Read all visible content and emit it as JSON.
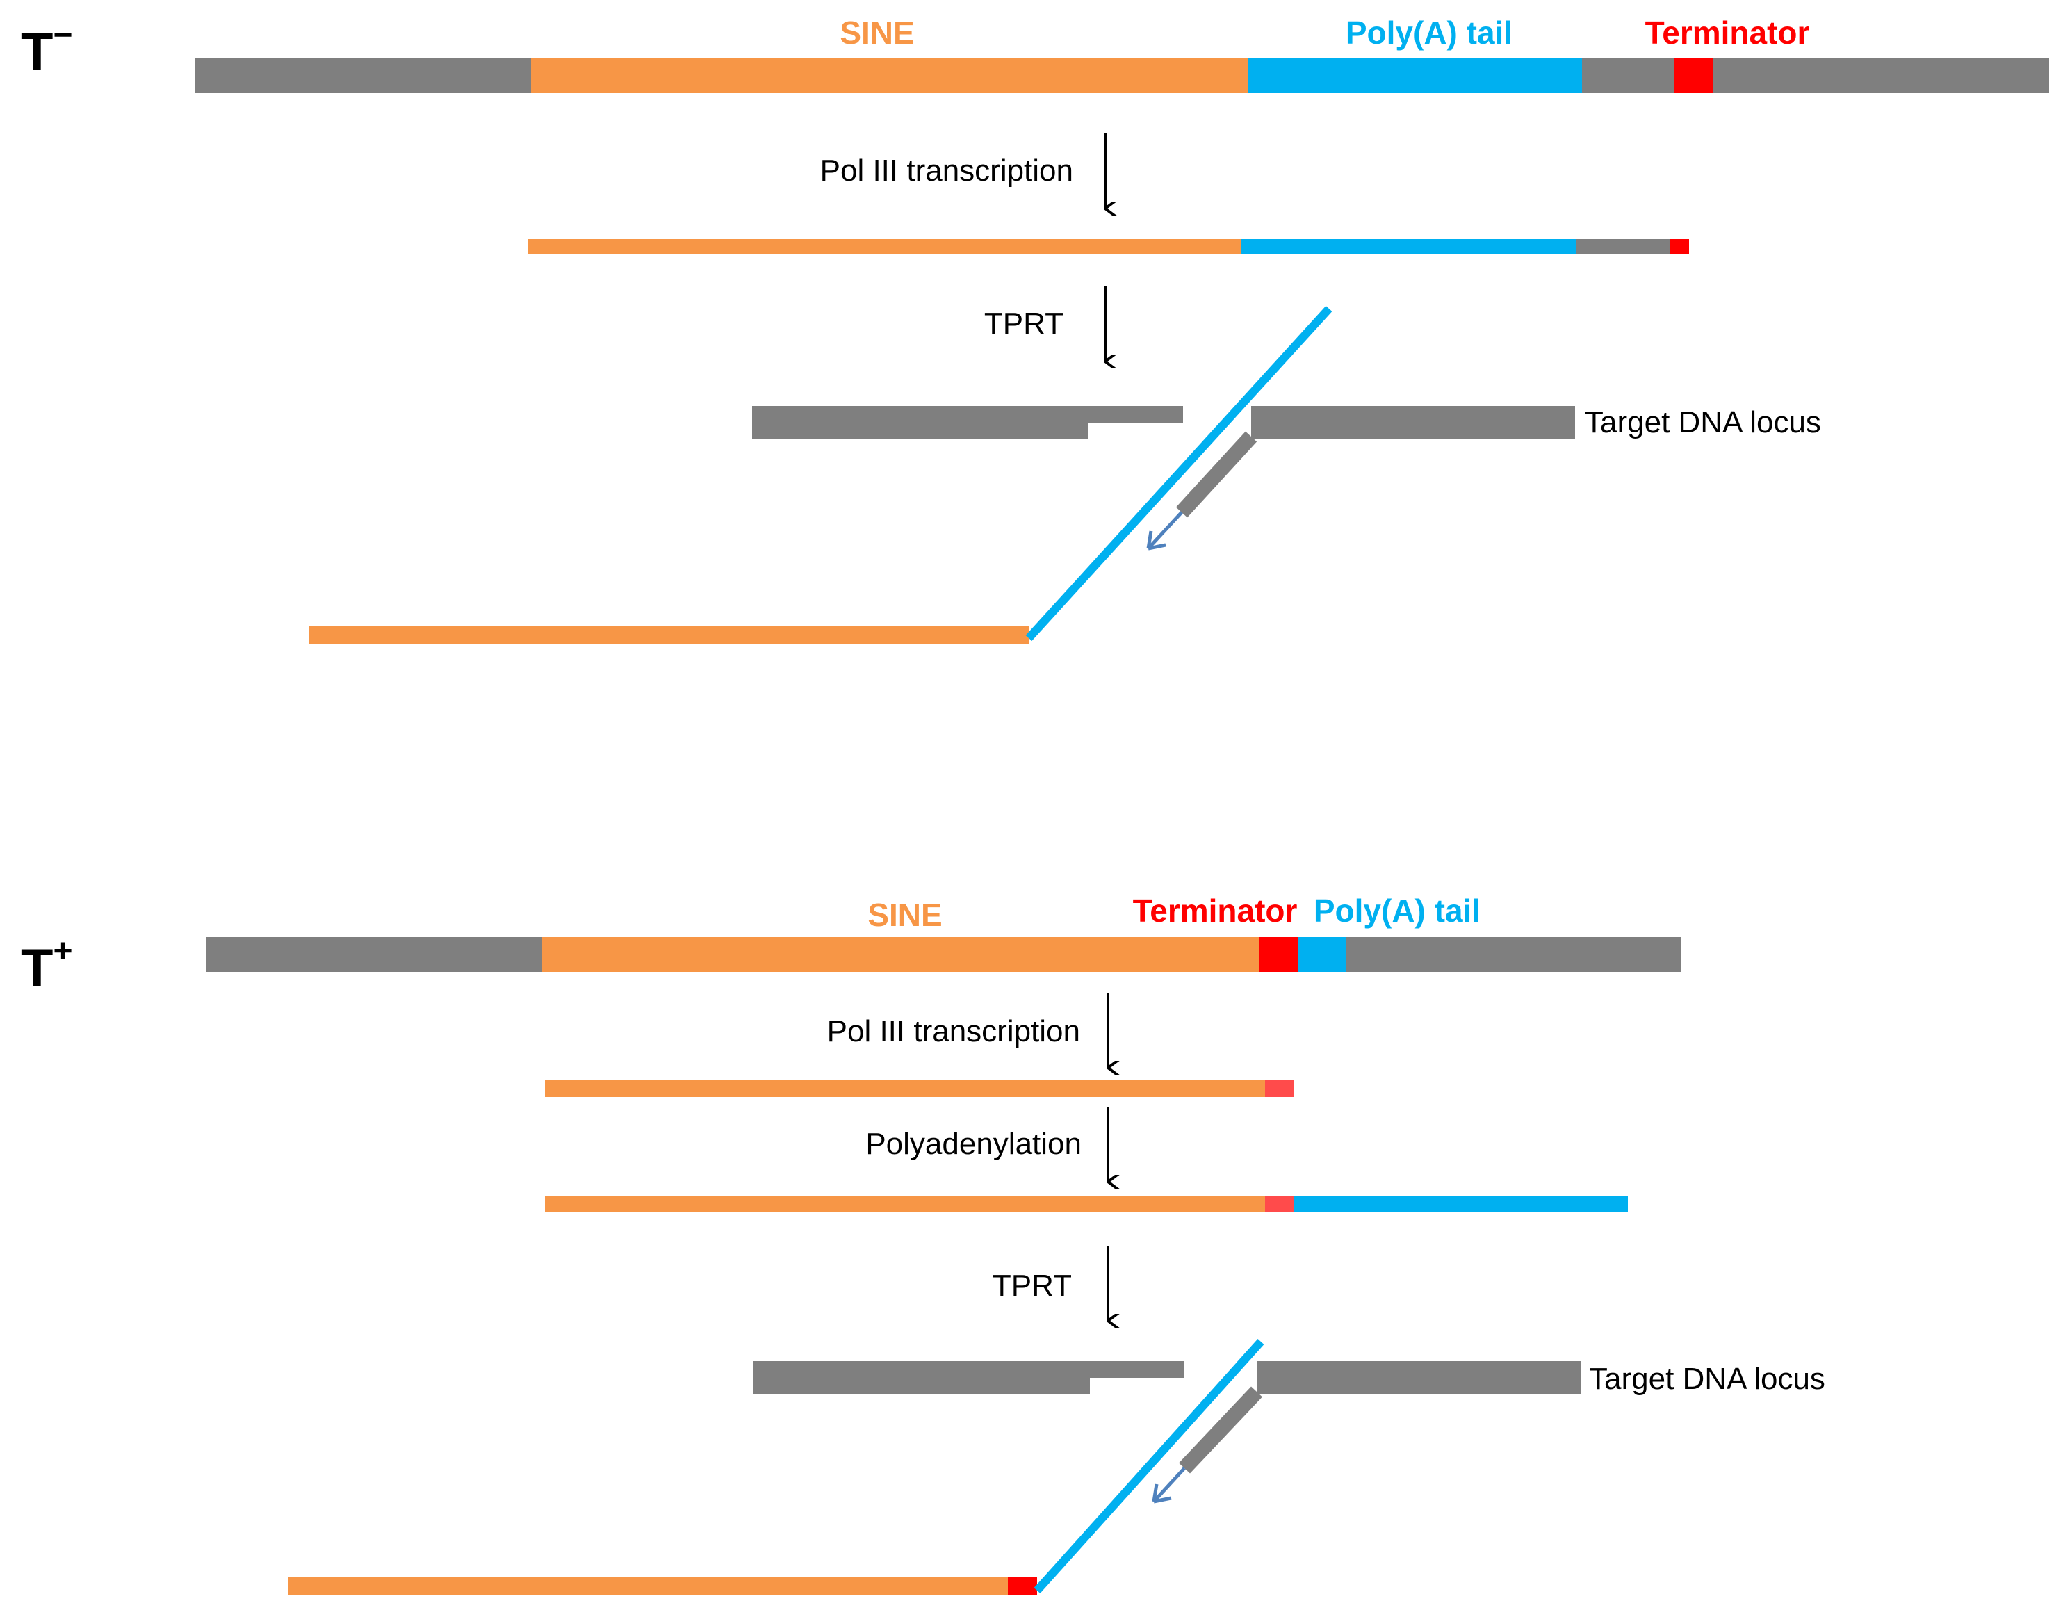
{
  "colors": {
    "flank": "#7f7f7f",
    "sine": "#f79646",
    "polya": "#00b0f0",
    "terminator": "#ff0000",
    "terminator_light": "#ff4b4b",
    "synthesis_arrow": "#4f81bd",
    "text": "#000000"
  },
  "panels": {
    "t_minus": {
      "label_main": "T",
      "label_sup": "−",
      "headers": {
        "sine": "SINE",
        "polya": "Poly(A) tail",
        "terminator": "Terminator"
      },
      "steps": {
        "transcription": "Pol III transcription",
        "tprt": "TPRT"
      },
      "target_label": "Target DNA locus"
    },
    "t_plus": {
      "label_main": "T",
      "label_sup": "+",
      "headers": {
        "sine": "SINE",
        "terminator": "Terminator",
        "polya": "Poly(A) tail"
      },
      "steps": {
        "transcription": "Pol III transcription",
        "polyadenylation": "Polyadenylation",
        "tprt": "TPRT"
      },
      "target_label": "Target DNA locus"
    }
  }
}
